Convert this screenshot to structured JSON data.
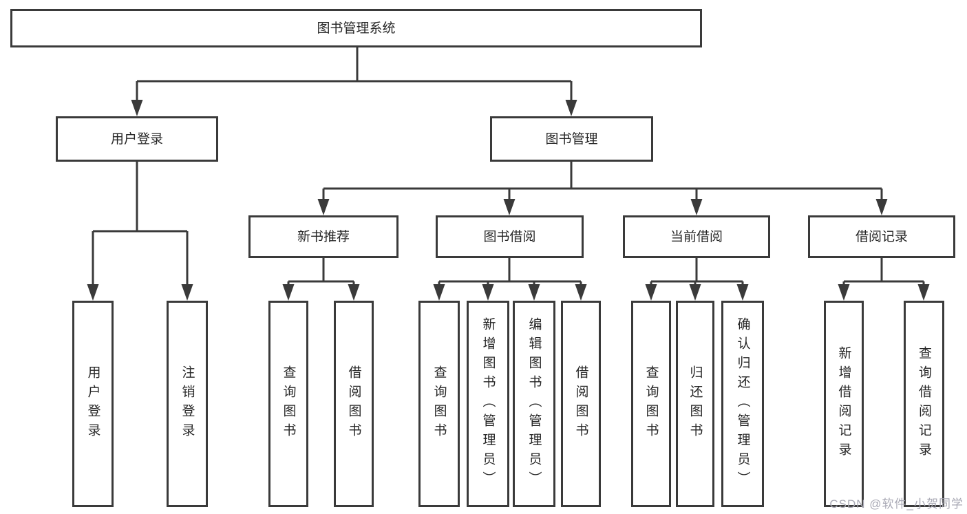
{
  "tree": {
    "root": "图书管理系统",
    "branches": [
      {
        "label": "用户登录",
        "children": [
          "用户登录",
          "注销登录"
        ]
      },
      {
        "label": "图书管理",
        "sections": [
          {
            "label": "新书推荐",
            "children": [
              "查询图书",
              "借阅图书"
            ]
          },
          {
            "label": "图书借阅",
            "children": [
              "查询图书",
              "新增图书（管理员）",
              "编辑图书（管理员）",
              "借阅图书"
            ]
          },
          {
            "label": "当前借阅",
            "children": [
              "查询图书",
              "归还图书",
              "确认归还（管理员）"
            ]
          },
          {
            "label": "借阅记录",
            "children": [
              "新增借阅记录",
              "查询借阅记录"
            ]
          }
        ]
      }
    ]
  },
  "watermark": {
    "text": "CSDN @软件_小贺同学"
  },
  "colors": {
    "line": "#3a3a3a",
    "box_border": "#3a3a3a",
    "box_fill": "#ffffff",
    "text": "#262626",
    "watermark": "#a8a8b4"
  }
}
